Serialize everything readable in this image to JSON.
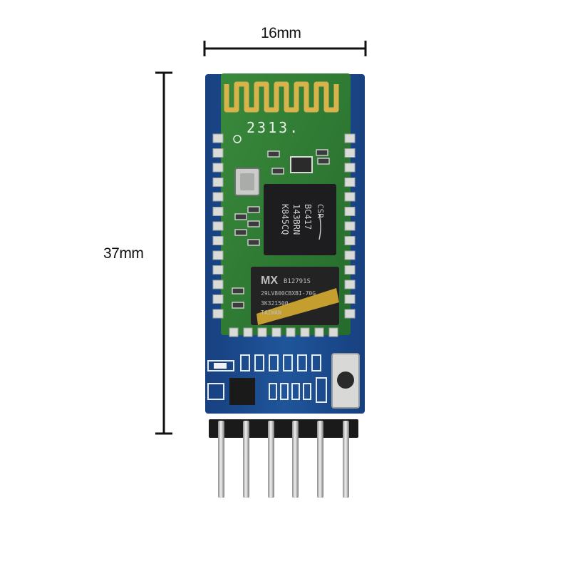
{
  "dimensions": {
    "width_label": "16mm",
    "height_label": "37mm"
  },
  "module": {
    "antenna_marking": "2313.",
    "chip1_lines": [
      "CSR",
      "BC417",
      "143BRN",
      "K845CQ"
    ],
    "chip2_lines": [
      "MX",
      "B12791S",
      "29LV800CBXBI-70G",
      "3K321500",
      "TAIWAN"
    ]
  },
  "colors": {
    "pcb_blue": "#1b4a8c",
    "module_green": "#2f7a34",
    "gold": "#d8b24a",
    "pad_silver": "#d9dbd8"
  }
}
